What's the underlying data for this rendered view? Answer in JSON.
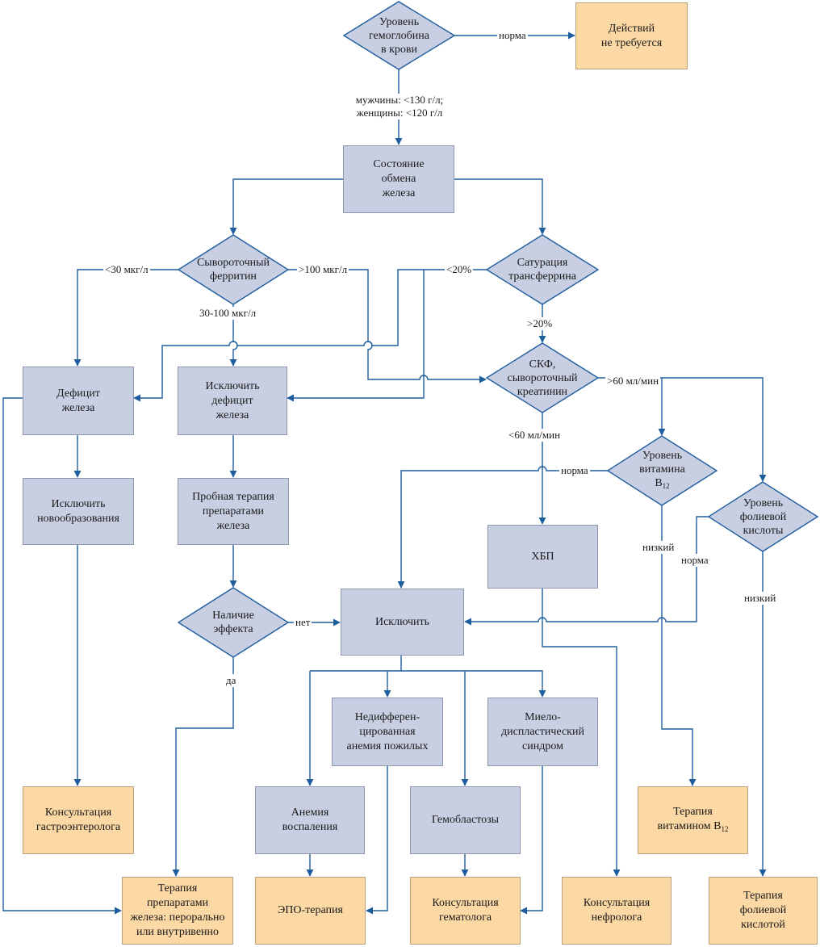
{
  "colors": {
    "process_fill": "#c9cfe3",
    "terminal_fill": "#fcd8a4",
    "connector": "#1f5e9e"
  },
  "nodes": {
    "hb_level": "Уровень\nгемоглобина\nв крови",
    "no_action": "Действий\nне требуется",
    "iron_status": "Состояние\nобмена\nжелеза",
    "ferritin": "Сывороточный\nферритин",
    "transferrin": "Сатурация\nтрансферрина",
    "gfr": "СКФ,\nсывороточный\nкреатинин",
    "iron_deficiency": "Дефицит\nжелеза",
    "exclude_iron_def": "Исключить\nдефицит\nжелеза",
    "exclude_neoplasm": "Исключить\nновообразования",
    "trial_therapy": "Пробная терапия\nпрепаратами\nжелеза",
    "b12_level_main": "Уровень\nвитамина\nB",
    "b12_level_sub": "12",
    "folate_level": "Уровень\nфолиевой\nкислоты",
    "ckd": "ХБП",
    "effect_present": "Наличие\nэффекта",
    "exclude": "Исключить",
    "undiff_anemia": "Недифферен-\nцированная\nанемия пожилых",
    "mds": "Миело-\nдиспластический\nсиндром",
    "gastro_consult": "Консультация\nгастроэнтеролога",
    "inflammation_anemia": "Анемия\nвоспаления",
    "hemoblastosis": "Гемобластозы",
    "b12_therapy_main": "Терапия\nвитамином B",
    "b12_therapy_sub": "12",
    "iron_therapy": "Терапия\nпрепаратами\nжелеза: перорально\nили внутривенно",
    "epo_therapy": "ЭПО-терапия",
    "hematologist_consult": "Консультация\nгематолога",
    "nephrologist_consult": "Консультация\nнефролога",
    "folate_therapy": "Терапия\nфолиевой\nкислотой"
  },
  "edge_labels": {
    "hb_norm": "норма",
    "hb_thresholds": "мужчины: <130 г/л;\nженщины: <120 г/л",
    "ferritin_low": "<30 мкг/л",
    "ferritin_high": ">100 мкг/л",
    "ferritin_mid": "30-100 мкг/л",
    "tsat_low": "<20%",
    "tsat_high": ">20%",
    "gfr_high": ">60 мл/мин",
    "gfr_low": "<60 мл/мин",
    "b12_norm": "норма",
    "b12_low": "низкий",
    "folate_norm": "норма",
    "folate_low": "низкий",
    "effect_no": "нет",
    "effect_yes": "да"
  }
}
